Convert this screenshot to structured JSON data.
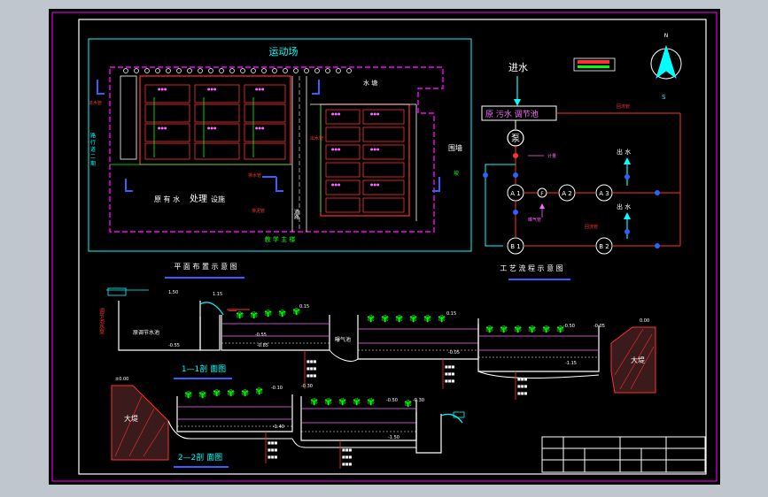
{
  "plan": {
    "top_label": "运动场",
    "pool_label": "水 塘",
    "right_label_1": "围墙",
    "right_label_2": "坡",
    "left_vertical": "路 行 道 二 期",
    "center_label_a": "原 有 水",
    "center_label_b": "处理",
    "center_label_c": "设施",
    "bottom_label": "教 学 主 楼",
    "pipe_label_1": "进水管",
    "pipe_label_2": "排水管",
    "pipe_label_3": "出水管",
    "pipe_label_4": "排泥管",
    "road_label": "道路",
    "caption": "平 面 布 置 示 意 图"
  },
  "flow": {
    "inlet": "进水",
    "tank": "原  污水  调节池",
    "pump": "泵",
    "meter": "计量",
    "pipe_top": "回流管",
    "outlet_1": "出 水",
    "outlet_2": "出 水",
    "aeration": "曝气管",
    "return_pipe": "回流管",
    "nodes": [
      "A 1",
      "F",
      "A 2",
      "A 3",
      "B 1",
      "B 2"
    ],
    "caption": "工 艺 流 程 示 意 图"
  },
  "compass": {
    "n": "N",
    "s": "S"
  },
  "section1": {
    "left_vertical": "调节池水泵",
    "tank_label": "原调节水池",
    "aeration_label": "曝气池",
    "caption": "1—1剖 面图",
    "earth_label": "大堤",
    "levels": [
      "1.50",
      "1.15",
      "-0.55",
      "0.15",
      "0.15",
      "-0.50",
      "-0.05",
      "-0.05",
      "-1.15",
      "0.00",
      "-0.55",
      "-0.85"
    ]
  },
  "section2": {
    "earth_label": "大堤",
    "caption": "2—2剖 面图",
    "levels": [
      "±0.00",
      "-0.10",
      "-0.30",
      "-1.40",
      "-0.50",
      "-1.50",
      "-0.30"
    ]
  }
}
